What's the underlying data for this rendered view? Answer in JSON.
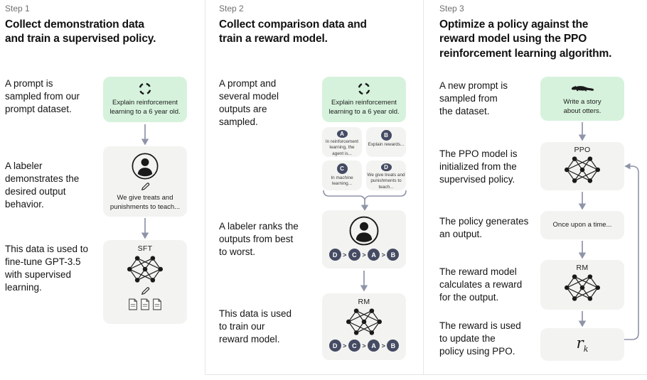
{
  "page": {
    "background": "#ffffff"
  },
  "colors": {
    "green_box": "#d6f2dc",
    "gray_box": "#f3f3f1",
    "badge": "#454b63",
    "arrow": "#8f94a8",
    "divider": "#e6e6e6",
    "text": "#141414",
    "muted": "#6f6f6f"
  },
  "step1": {
    "label": "Step 1",
    "title": "Collect demonstration data\nand train a supervised policy.",
    "captions": {
      "prompt": "A prompt is\nsampled from our\nprompt dataset.",
      "labeler": "A labeler\ndemonstrates the\ndesired output\nbehavior.",
      "finetune": "This data is used to\nfine-tune GPT-3.5\nwith supervised\nlearning."
    },
    "prompt_box": {
      "icon": "cycle-icon",
      "text": "Explain reinforcement\nlearning to a 6 year old."
    },
    "labeler_box": {
      "icons": [
        "labeler-icon",
        "pen-icon"
      ],
      "text": "We give treats and\npunishments to teach..."
    },
    "sft_box": {
      "label": "SFT",
      "icons": [
        "network-icon",
        "pen-icon",
        "documents-icon"
      ]
    }
  },
  "step2": {
    "label": "Step 2",
    "title": "Collect comparison data and\ntrain a reward model.",
    "captions": {
      "sampled": "A prompt and\nseveral model\noutputs are\nsampled.",
      "ranks": "A labeler ranks the\noutputs from best\nto worst.",
      "train": "This data is used\nto train our\nreward model."
    },
    "prompt_box": {
      "icon": "cycle-icon",
      "text": "Explain reinforcement\nlearning to a 6 year old."
    },
    "outputs": [
      {
        "id": "A",
        "text": "In reinforcement\nlearning, the\nagent is..."
      },
      {
        "id": "B",
        "text": "Explain rewards..."
      },
      {
        "id": "C",
        "text": "In machine\nlearning..."
      },
      {
        "id": "D",
        "text": "We give treats and\npunishments to\nteach..."
      }
    ],
    "ranking": {
      "order": [
        "D",
        "C",
        "A",
        "B"
      ],
      "sep": ">"
    },
    "rm_box": {
      "label": "RM"
    }
  },
  "step3": {
    "label": "Step 3",
    "title": "Optimize a policy against the\nreward model using the PPO\nreinforcement learning algorithm.",
    "captions": {
      "new_prompt": "A new prompt is\nsampled from\nthe dataset.",
      "init": "The PPO model is\ninitialized from the\nsupervised policy.",
      "generates": "The policy generates\nan output.",
      "calculates": "The reward model\ncalculates a reward\nfor the output.",
      "update": "The reward is used\nto update the\npolicy using PPO."
    },
    "prompt_box": {
      "icon": "otter-icon",
      "text": "Write a story\nabout otters."
    },
    "ppo_box": {
      "label": "PPO"
    },
    "output_box": {
      "text": "Once upon a time..."
    },
    "rm_box": {
      "label": "RM"
    },
    "reward_box": {
      "base": "r",
      "sub": "k"
    }
  }
}
